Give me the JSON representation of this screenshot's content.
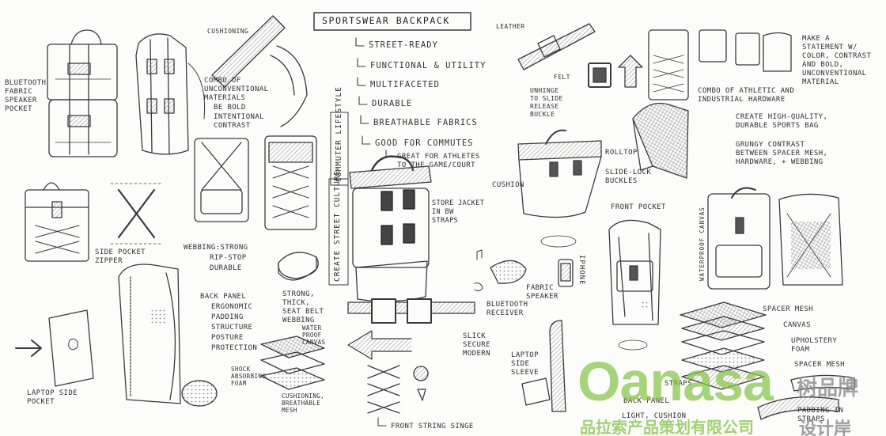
{
  "title": "SPORTSWEAR BACKPACK",
  "goals": [
    "STREET-READY",
    "FUNCTIONAL & UTILITY",
    "MULTIFACETED",
    "DURABLE",
    "BREATHABLE FABRICS",
    "GOOD FOR COMMUTES"
  ],
  "goal_sub": [
    "GREAT FOR ATHLETES",
    "TO THE GAME/COURT"
  ],
  "vertical_labels": {
    "commuter": "COMMUTER LIFESTYLE",
    "street": "CREATE STREET CULTURE"
  },
  "left_notes": {
    "bluetooth_pocket": [
      "BLUETOOTH",
      "FABRIC",
      "SPEAKER",
      "POCKET"
    ],
    "cushioning": "CUSHIONING",
    "combo": [
      "COMBO OF",
      "UNCONVENTIONAL",
      "MATERIALS"
    ],
    "be_bold": "BE BOLD",
    "contrast": [
      "INTENTIONAL",
      "CONTRAST"
    ],
    "side_pocket": [
      "SIDE POCKET",
      "ZIPPER"
    ],
    "webbing": "WEBBING:STRONG",
    "rip_stop": "RIP-STOP",
    "durable": "DURABLE",
    "back_panel": "BACK PANEL",
    "back_items": [
      "ERGONOMIC",
      "PADDING",
      "STRUCTURE",
      "POSTURE",
      "PROTECTION"
    ],
    "strong": [
      "STRONG,",
      "THICK,",
      "SEAT BELT",
      "WEBBING"
    ],
    "laptop_pocket": [
      "LAPTOP SIDE",
      "POCKET"
    ],
    "waterproof": [
      "WATER",
      "PROOF",
      "CANVAS"
    ],
    "shock": [
      "SHOCK",
      "ABSORBING",
      "FOAM"
    ],
    "cushioning_mesh": [
      "CUSHIONING,",
      "BREATHABLE",
      "MESH"
    ]
  },
  "center_notes": {
    "store_jacket": [
      "STORE JACKET",
      "IN BW",
      "STRAPS"
    ],
    "slick": [
      "SLICK",
      "SECURE",
      "MODERN"
    ],
    "front_string": "FRONT STRING SINGE",
    "bluetooth_receiver": [
      "BLUETOOTH",
      "RECEIVER"
    ],
    "fabric_speaker": [
      "FABRIC",
      "SPEAKER"
    ],
    "iphone": "IPHONE",
    "laptop_sleeve": [
      "LAPTOP",
      "SIDE",
      "SLEEVE"
    ]
  },
  "right_notes": {
    "leather": "LEATHER",
    "felt": "FELT",
    "unhinge": [
      "UNHINGE",
      "TO SLIDE",
      "RELEASE",
      "BUCKLE"
    ],
    "statement": [
      "MAKE A",
      "STATEMENT W/",
      "COLOR, CONTRAST",
      "AND BOLD,",
      "UNCONVENTIONAL",
      "MATERIAL"
    ],
    "combo_athletic": [
      "COMBO OF ATHLETIC AND",
      "INDUSTRIAL HARDWARE"
    ],
    "create_hq": [
      "CREATE HIGH-QUALITY,",
      "DURABLE SPORTS BAG"
    ],
    "grungy": [
      "GRUNGY CONTRAST",
      "BETWEEN SPACER MESH,",
      "HARDWARE, + WEBBING"
    ],
    "rolltop": "ROLLTOP",
    "slide_lock": [
      "SLIDE-LOCK",
      "BUCKLES"
    ],
    "cushion": "CUSHION",
    "front_pocket": "FRONT POCKET",
    "waterproof_canvas": "WATERPROOF CANVAS",
    "spacer_mesh": "SPACER MESH",
    "canvas": "CANVAS",
    "upholstery": [
      "UPHOLSTERY",
      "FOAM"
    ],
    "spacer_mesh2": "SPACER MESH",
    "straps": "STRAPS",
    "back_panel": "BACK PANEL",
    "light_cushion": "LIGHT, CUSHION",
    "padding": [
      "PADDING IN",
      "STRAPS"
    ]
  },
  "watermark": {
    "brand": "Oanasa",
    "cn_side": "树品牌",
    "cn_bottom": "品拉索产品策划有限公司",
    "cn_grey": "设计岸"
  },
  "colors": {
    "pencil": "#3a3a3a",
    "watermark_green": "#86c54a",
    "paper": "#fcfcfb"
  }
}
